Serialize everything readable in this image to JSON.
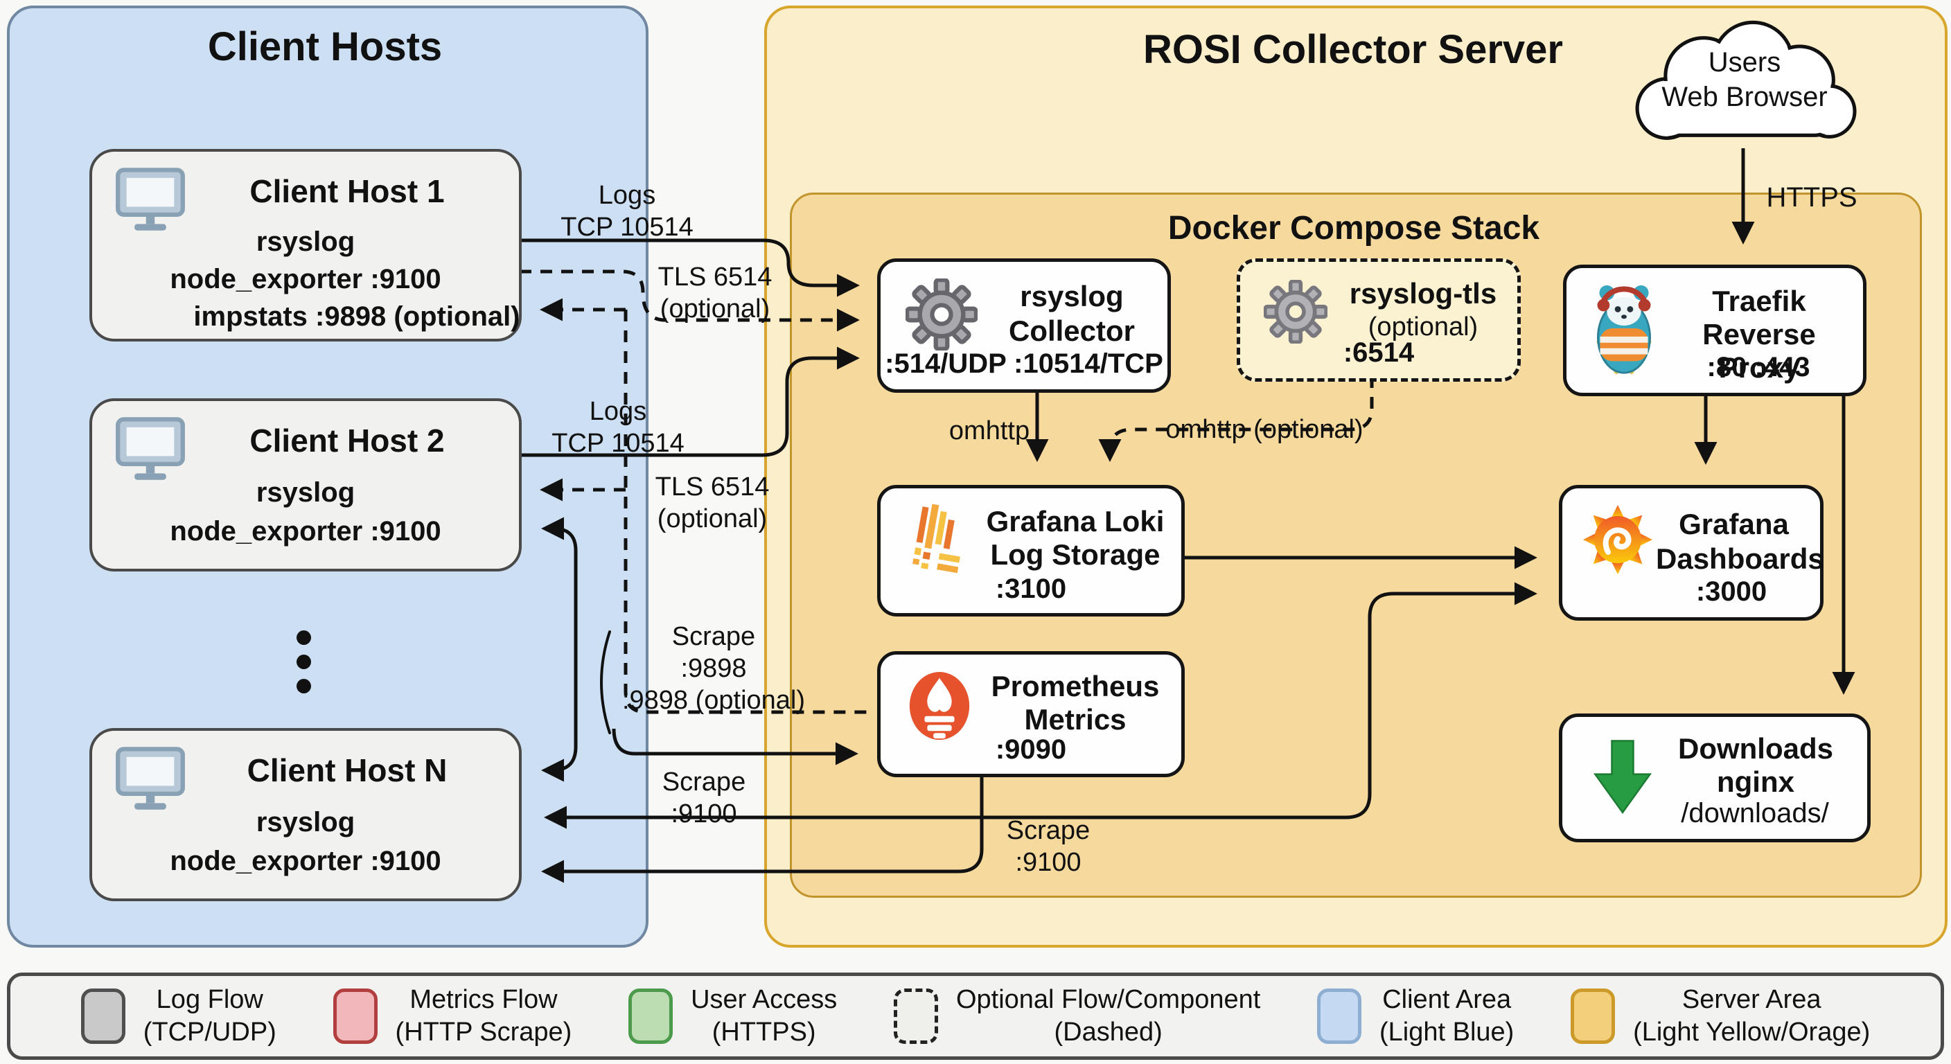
{
  "diagram": {
    "client_area": {
      "title": "Client Hosts"
    },
    "server_area": {
      "title": "ROSI Collector Server"
    },
    "docker_stack": {
      "title": "Docker Compose Stack"
    },
    "cloud": {
      "line1": "Users",
      "line2": "Web Browser"
    },
    "hosts": [
      {
        "title": "Client Host 1",
        "line1": "rsyslog",
        "line2": "node_exporter  :9100",
        "line3": "impstats :9898 (optional)"
      },
      {
        "title": "Client Host 2",
        "line1": "rsyslog",
        "line2": "node_exporter  :9100"
      },
      {
        "title": "Client Host N",
        "line1": "rsyslog",
        "line2": "node_exporter  :9100"
      }
    ],
    "components": {
      "rsyslog_collector": {
        "title1": "rsyslog",
        "title2": "Collector",
        "ports": ":514/UDP  :10514/TCP"
      },
      "rsyslog_tls": {
        "title1": "rsyslog-tls",
        "title2": "(optional)",
        "ports": ":6514"
      },
      "traefik": {
        "title1": "Traefik",
        "title2": "Reverse Proxy",
        "ports": ":80 :443"
      },
      "loki": {
        "title1": "Grafana Loki",
        "title2": "Log Storage",
        "ports": ":3100"
      },
      "prometheus": {
        "title1": "Prometheus",
        "title2": "Metrics",
        "ports": ":9090"
      },
      "grafana": {
        "title1": "Grafana",
        "title2": "Dashboards",
        "ports": ":3000"
      },
      "downloads": {
        "title1": "Downloads",
        "title2": "nginx",
        "ports": "/downloads/"
      }
    },
    "edge_labels": {
      "logs1_l1": "Logs",
      "logs1_l2": "TCP 10514",
      "logs2_l1": "Logs",
      "logs2_l2": "TCP 10514",
      "tls1_l1": "TLS 6514",
      "tls1_l2": "(optional)",
      "tls2_l1": "TLS 6514",
      "tls2_l2": "(optional)",
      "https": "HTTPS",
      "omhttp": "omhttp",
      "omhttp_optional": "omhttp (optional)",
      "scrape9898_l1": "Scrape",
      "scrape9898_l2": ":9898",
      "scrape9898_l3": ":9898 (optional)",
      "scrape9100a_l1": "Scrape",
      "scrape9100a_l2": ":9100",
      "scrape9100b_l1": "Scrape",
      "scrape9100b_l2": ":9100"
    },
    "legend": {
      "items": [
        {
          "line1": "Log Flow",
          "line2": "(TCP/UDP)"
        },
        {
          "line1": "Metrics Flow",
          "line2": "(HTTP Scrape)"
        },
        {
          "line1": "User Access",
          "line2": "(HTTPS)"
        },
        {
          "line1": "Optional Flow/Component",
          "line2": "(Dashed)"
        },
        {
          "line1": "Client Area",
          "line2": "(Light Blue)"
        },
        {
          "line1": "Server Area",
          "line2": "(Light Yellow/Orage)"
        }
      ]
    },
    "colors": {
      "client_area": "#cddff3",
      "server_area": "#fbeecb",
      "docker_stack": "#f6d99c",
      "legend_gray": "#c9c9c9",
      "legend_red": "#f1b7ba",
      "legend_green": "#bcdcb2",
      "legend_blue": "#c5daf2",
      "legend_yellow": "#f3cf7b",
      "prometheus_red": "#e6522c",
      "downloads_green": "#279c42",
      "line": "#111111"
    }
  }
}
